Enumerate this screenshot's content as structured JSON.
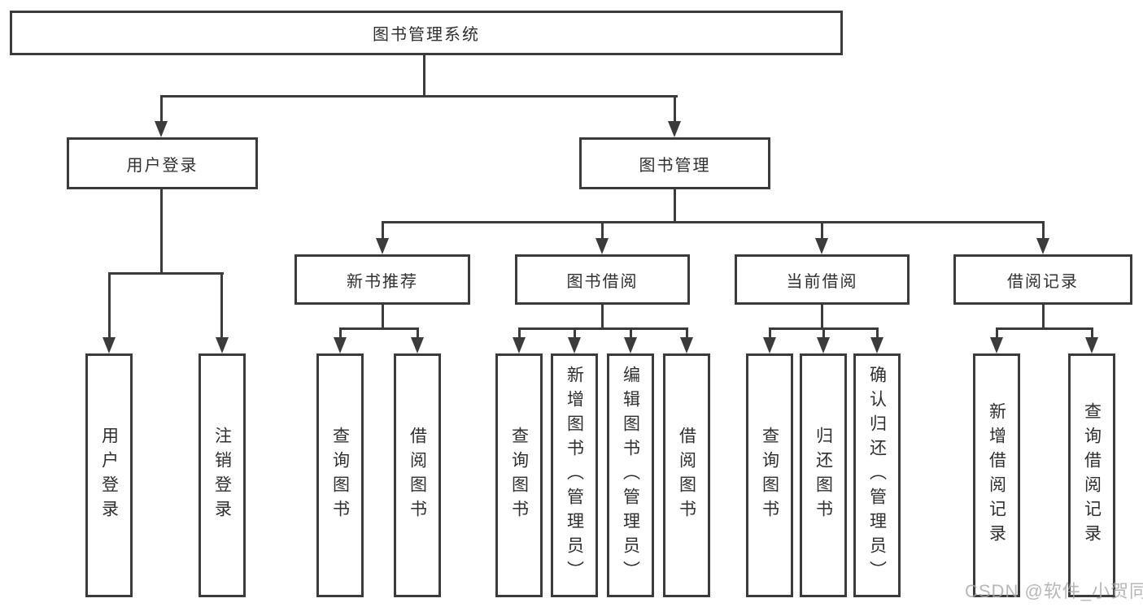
{
  "diagram": {
    "type": "tree",
    "root": {
      "label": "图书管理系统",
      "children": [
        {
          "label": "用户登录",
          "children": [
            {
              "label": "用户登录"
            },
            {
              "label": "注销登录"
            }
          ]
        },
        {
          "label": "图书管理",
          "children": [
            {
              "label": "新书推荐",
              "children": [
                {
                  "label": "查询图书"
                },
                {
                  "label": "借阅图书"
                }
              ]
            },
            {
              "label": "图书借阅",
              "children": [
                {
                  "label": "查询图书"
                },
                {
                  "label": "新增图书（管理员）"
                },
                {
                  "label": "编辑图书（管理员）"
                },
                {
                  "label": "借阅图书"
                }
              ]
            },
            {
              "label": "当前借阅",
              "children": [
                {
                  "label": "查询图书"
                },
                {
                  "label": "归还图书"
                },
                {
                  "label": "确认归还（管理员）"
                }
              ]
            },
            {
              "label": "借阅记录",
              "children": [
                {
                  "label": "新增借阅记录"
                },
                {
                  "label": "查询借阅记录"
                }
              ]
            }
          ]
        }
      ]
    }
  },
  "watermark": {
    "text": "CSDN @软件_小贺同学"
  },
  "colors": {
    "line": "#3b3b3b",
    "text": "#2f2f2f",
    "box_background": "#ffffff",
    "watermark": "#a6a6a6",
    "background": "#ffffff"
  }
}
